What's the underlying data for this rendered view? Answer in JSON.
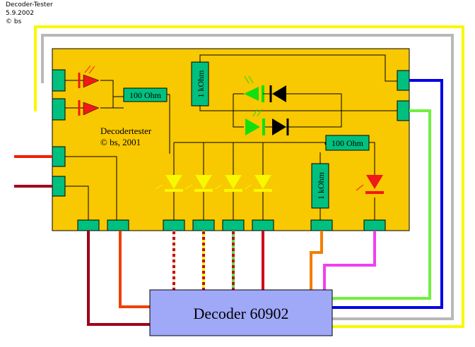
{
  "header": {
    "title": "Decoder-Tester",
    "date": "5.9.2002",
    "copyright": "© bs"
  },
  "board": {
    "label": "Decodertester",
    "copyright": "© bs, 2001"
  },
  "resistors": {
    "r_top_left": "100 Ohm",
    "r_top_vertical": "1 kOhm",
    "r_right": "100 Ohm",
    "r_mid_vertical": "1 kOhm"
  },
  "decoder": {
    "label": "Decoder 60902"
  },
  "colors": {
    "board": "#f8c800",
    "connector": "#00c080",
    "resistor": "#00c080",
    "decoder": "#a0a8f8",
    "led_red": "#f01818",
    "led_green": "#10e010",
    "led_yellow": "#f8f800",
    "wire_yellow": "#f8f800",
    "wire_gray": "#b8b8b8",
    "wire_blue": "#0000e8",
    "wire_green": "#70f040",
    "wire_magenta": "#f040f0",
    "wire_orange": "#f08000",
    "wire_red": "#f02000",
    "wire_darkred": "#a00018"
  }
}
